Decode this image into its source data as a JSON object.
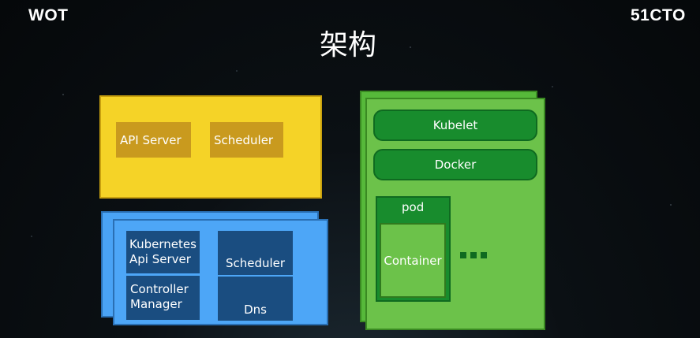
{
  "header": {
    "left_logo": "WOT",
    "right_logo": "51CTO",
    "title": "架构"
  },
  "master_box": {
    "items": [
      "API Server",
      "Scheduler"
    ]
  },
  "blue_box": {
    "kubernetes_api": [
      "Kubernetes",
      "Api Server"
    ],
    "controller_manager": [
      "Controller",
      "Manager"
    ],
    "scheduler": "Scheduler",
    "dns": "Dns"
  },
  "node_box": {
    "kubelet": "Kubelet",
    "docker": "Docker",
    "pod_label": "pod",
    "container_label": "Container"
  }
}
